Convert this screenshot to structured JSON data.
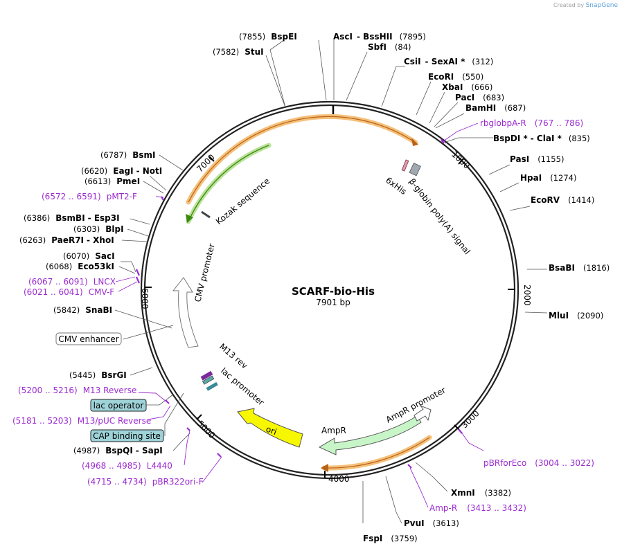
{
  "credit": {
    "prefix": "Created by",
    "brand": "SnapGene"
  },
  "plasmid": {
    "name": "SCARF-bio-His",
    "length": "7901 bp"
  },
  "ticks": [
    "1000",
    "2000",
    "3000",
    "4000",
    "5000",
    "6000",
    "7000"
  ],
  "sites": [
    {
      "n1": "(7855)",
      "enz": "BspEI"
    },
    {
      "enz": "AscI",
      "enz2": "-  BssHII",
      "n2": "(7895)"
    },
    {
      "enz": "SbfI",
      "n2": "(84)"
    },
    {
      "n1": "(7582)",
      "enz": "StuI"
    },
    {
      "enz": "CsiI",
      "enz2": "-  SexAI *",
      "n2": "(312)"
    },
    {
      "enz": "EcoRI",
      "n2": "(550)"
    },
    {
      "enz": "XbaI",
      "n2": "(666)"
    },
    {
      "enz": "PacI",
      "n2": "(683)"
    },
    {
      "enz": "BamHI",
      "n2": "(687)"
    },
    {
      "enz": "BspDI *",
      "enz2": "-  ClaI *",
      "n2": "(835)"
    },
    {
      "enz": "PasI",
      "n2": "(1155)"
    },
    {
      "enz": "HpaI",
      "n2": "(1274)"
    },
    {
      "enz": "EcoRV",
      "n2": "(1414)"
    },
    {
      "enz": "BsaBI",
      "n2": "(1816)"
    },
    {
      "enz": "MluI",
      "n2": "(2090)"
    },
    {
      "enz": "XmnI",
      "n2": "(3382)"
    },
    {
      "enz": "PvuI",
      "n2": "(3613)"
    },
    {
      "enz": "FspI",
      "n2": "(3759)"
    },
    {
      "n1": "(6787)",
      "enz": "BsmI"
    },
    {
      "n1": "(6620)",
      "enz": "EagI",
      "enz2": "-  NotI"
    },
    {
      "n1": "(6613)",
      "enz": "PmeI"
    },
    {
      "n1": "(6386)",
      "enz": "BsmBI",
      "enz2": "-  Esp3I"
    },
    {
      "n1": "(6303)",
      "enz": "BlpI"
    },
    {
      "n1": "(6263)",
      "enz": "PaeR7I",
      "enz2": "-  XhoI"
    },
    {
      "n1": "(6070)",
      "enz": "SacI"
    },
    {
      "n1": "(6068)",
      "enz": "Eco53kI"
    },
    {
      "n1": "(5842)",
      "enz": "SnaBI"
    },
    {
      "n1": "(5445)",
      "enz": "BsrGI"
    },
    {
      "n1": "(4987)",
      "enz": "BspQI",
      "enz2": "-  SapI"
    }
  ],
  "primers": [
    {
      "name": "rbglobpA-R",
      "range": "(767 .. 786)"
    },
    {
      "name": "pMT2-F",
      "range": "(6572 .. 6591)"
    },
    {
      "name": "LNCX",
      "range": "(6067 .. 6091)"
    },
    {
      "name": "CMV-F",
      "range": "(6021 .. 6041)"
    },
    {
      "name": "M13 Reverse",
      "range": "(5200 .. 5216)"
    },
    {
      "name": "M13/pUC Reverse",
      "range": "(5181 .. 5203)"
    },
    {
      "name": "L4440",
      "range": "(4968 .. 4985)"
    },
    {
      "name": "pBR322ori-F",
      "range": "(4715 .. 4734)"
    },
    {
      "name": "pBRforEco",
      "range": "(3004 .. 3022)"
    },
    {
      "name": "Amp-R",
      "range": "(3413 .. 3432)"
    }
  ],
  "boxed_features": [
    "CMV enhancer",
    "lac operator",
    "CAP binding site"
  ],
  "features": {
    "kozak": "Kozak sequence",
    "sixhis": "6xHis",
    "bglobin": "β-globin poly(A) signal",
    "cmv_promoter": "CMV promoter",
    "m13rev": "M13 rev",
    "lac_promoter": "lac promoter",
    "ori": "ori",
    "ampr": "AmpR",
    "ampr_promoter": "AmpR promoter"
  },
  "colors": {
    "primer": "#9b2bd1",
    "orange_arc": "#f5a623",
    "green_arc": "#5db32f",
    "ori_fill": "#f7f700",
    "ampr_fill": "#c8f5c8",
    "box_fill": "#9ed3d8",
    "sixhis_fill": "#e09ab0",
    "poly_a_fill": "#a0a8b0"
  }
}
